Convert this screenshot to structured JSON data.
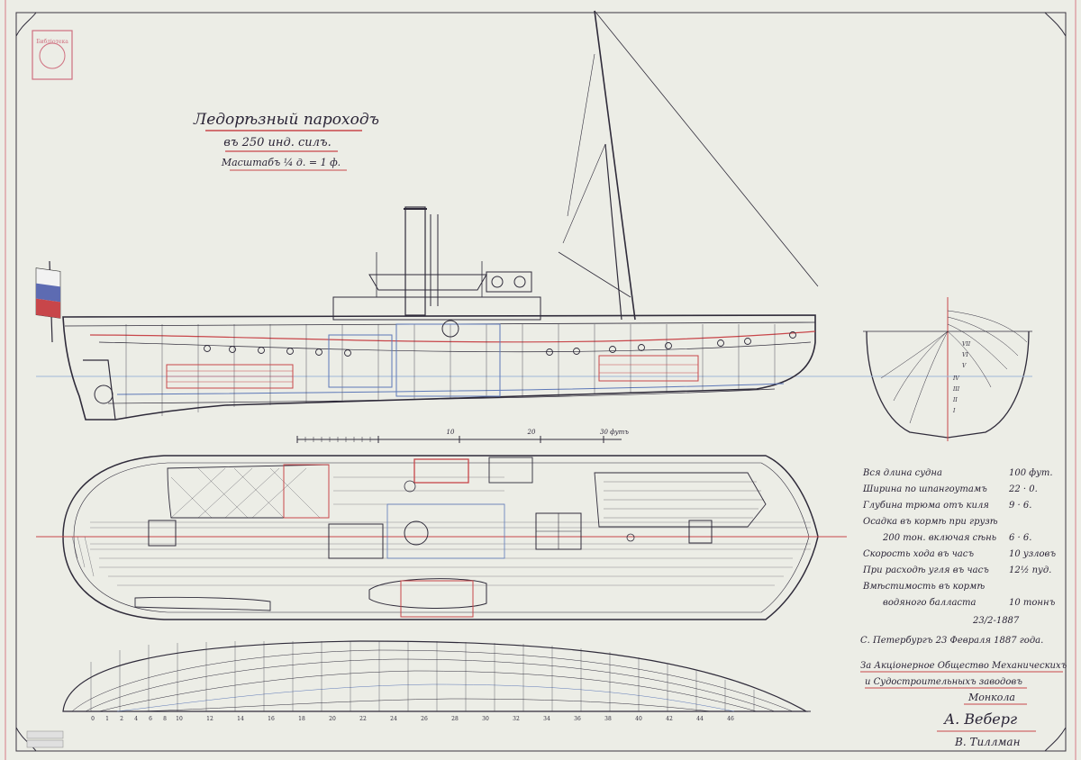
{
  "title": {
    "line1": "Ледорѣзный пароходъ",
    "line2": "въ 250 инд. силъ.",
    "scale": "Масштабъ ¼ д. = 1 ф."
  },
  "specs": [
    {
      "label": "Вся длина судна",
      "value": "100 фут."
    },
    {
      "label": "Ширина по шпангоутамъ",
      "value": "22 · 0."
    },
    {
      "label": "Глубина трюма отъ киля",
      "value": "9 · 6."
    },
    {
      "label": "Осадка въ кормѣ при грузѣ",
      "value": ""
    },
    {
      "label": "200 тон. включая сѣнь",
      "value": "6 · 6."
    },
    {
      "label": "Скорость хода въ часъ",
      "value": "10 узловъ"
    },
    {
      "label": "При расходѣ угля въ часъ",
      "value": "12½ пуд."
    },
    {
      "label": "Вмѣстимость въ кормѣ",
      "value": ""
    },
    {
      "label": "водяного балласта",
      "value": "10 тоннъ"
    }
  ],
  "pencil_date": "23/2-1887",
  "date_line": "С. Петербургъ 23 Февраля 1887 года.",
  "company_line1": "За Акціонерное Общество Механическихъ",
  "company_line2": "и Судостроительныхъ заводовъ",
  "company_role": "Монкола",
  "signature1": "А. Веберг",
  "signature2": "В. Тиллман",
  "stamp_text": "Библіотека",
  "scale_bar_labels": [
    "10",
    "20",
    "30 футъ"
  ],
  "station_numbers": [
    "0",
    "1",
    "2",
    "4",
    "6",
    "8",
    "10",
    "12",
    "14",
    "16",
    "18",
    "20",
    "22",
    "24",
    "26",
    "28",
    "30",
    "32",
    "34",
    "36",
    "38",
    "40",
    "42",
    "44",
    "46"
  ],
  "waterline_labels": [
    "VII",
    "VI",
    "V",
    "IV",
    "III",
    "II",
    "I"
  ],
  "colors": {
    "paper": "#ecede6",
    "ink": "#2f2b3a",
    "red": "#c8464a",
    "blue": "#5d78b8"
  }
}
